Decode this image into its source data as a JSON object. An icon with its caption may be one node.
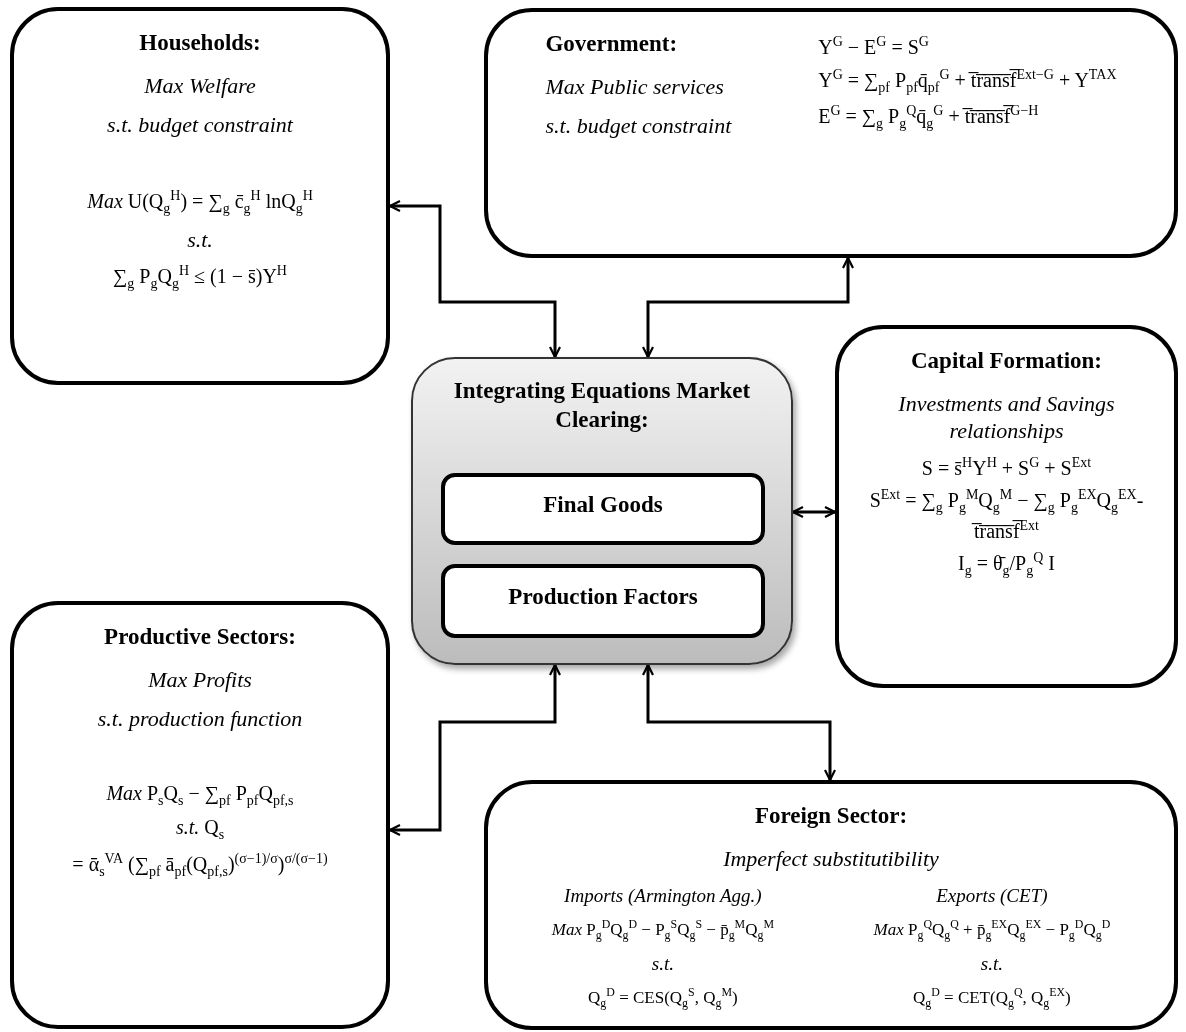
{
  "diagram": {
    "nodes": [
      {
        "text": [
          "Households:",
          "Max Welfare",
          "s.t. budget constraint",
          "*Max* U(Q$_{g}$$^{H}$) = ∑$_{g}$ c̄$_{g}$$^{H}$ lnQ$_{g}$$^{H}$",
          "s.t.",
          "∑$_{g}$ P$_{g}$Q$_{g}$$^{H}$ ≤ (1 − s̄)Y$^{H}$"
        ]
      },
      {
        "text": [
          "Government:",
          "Max Public services",
          "s.t. budget constraint",
          "Y$^{G}$ − E$^{G}$ = S$^{G}$",
          "Y$^{G}$ = ∑$_{pf}$ P$_{pf}$q̄$_{pf}$$^{G}$ + t̅r̅a̅n̅s̅f̅$^{Ext−G}$ + Y$^{TAX}$",
          "E$^{G}$ = ∑$_{g}$ P$_{g}$$^{Q}$q̄$_{g}$$^{G}$ + t̅r̅a̅n̅s̅f̅$^{G−H}$"
        ]
      },
      {
        "text": [
          "Integrating Equations Market Clearing:"
        ]
      },
      {
        "text": [
          "Final Goods"
        ],
        "in": 2
      },
      {
        "text": [
          "Production Factors"
        ],
        "in": 2
      },
      {
        "text": [
          "Capital Formation:",
          "Investments and Savings relationships",
          "S = s̄$^{H}$Y$^{H}$ + S$^{G}$ + S$^{Ext}$",
          "S$^{Ext}$ = ∑$_{g}$ P$_{g}$$^{M}$Q$_{g}$$^{M}$ − ∑$_{g}$ P$_{g}$$^{EX}$Q$_{g}$$^{EX}$- t̅r̅a̅n̅s̅f̅$^{Ext}$",
          "I$_{g}$ = θ̄$_{g}$/P$_{g}$$^{Q}$ I"
        ]
      },
      {
        "text": [
          "Productive Sectors:",
          "Max Profits",
          "s.t. production function",
          "*Max* P$_{s}$Q$_{s}$ − ∑$_{pf}$ P$_{pf}$Q$_{pf,s}$",
          "*s.t.* Q$_{s}$",
          "= ᾱ$_{s}$$^{VA}$ (∑$_{pf}$ ā$_{pf}$(Q$_{pf,s}$)$^{(σ−1)/σ}$)$^{σ/(σ−1)}$"
        ]
      },
      {
        "text": [
          "Foreign Sector:",
          "Imperfect substitutibility",
          "Imports (Armington Agg.)",
          "*Max* P$_{g}$$^{D}$Q$_{g}$$^{D}$ − P$_{g}$$^{S}$Q$_{g}$$^{S}$ − p̄$_{g}$$^{M}$Q$_{g}$$^{M}$",
          "s.t.",
          "Q$_{g}$$^{D}$ = CES(Q$_{g}$$^{S}$, Q$_{g}$$^{M}$)",
          "Exports (CET)",
          "*Max* P$_{g}$$^{Q}$Q$_{g}$$^{Q}$ + p̄$_{g}$$^{EX}$Q$_{g}$$^{EX}$ − P$_{g}$$^{D}$Q$_{g}$$^{D}$",
          "s.t.",
          "Q$_{g}$$^{D}$ = CET(Q$_{g}$$^{Q}$, Q$_{g}$$^{EX}$)"
        ]
      }
    ],
    "edges": [
      {
        "from": 2,
        "to": 0,
        "arrow": "both"
      },
      {
        "from": 2,
        "to": 1,
        "arrow": "both"
      },
      {
        "from": 2,
        "to": 5,
        "arrow": "both"
      },
      {
        "from": 2,
        "to": 6,
        "arrow": "both"
      },
      {
        "from": 2,
        "to": 7,
        "arrow": "both"
      }
    ]
  }
}
